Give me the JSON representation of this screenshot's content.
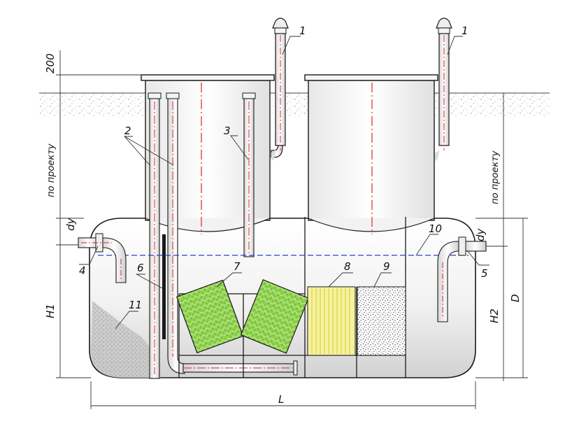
{
  "dimensions": {
    "height_200": "200",
    "depth_note_left": "по проекту",
    "depth_note_right": "по проекту",
    "dy_left": "dy",
    "dy_right": "dy",
    "h1": "H1",
    "h2": "H2",
    "d": "D",
    "l": "L"
  },
  "callouts": {
    "c1a": "1",
    "c1b": "1",
    "c2": "2",
    "c3": "3",
    "c4": "4",
    "c5": "5",
    "c6": "6",
    "c7": "7",
    "c8": "8",
    "c9": "9",
    "c10": "10",
    "c11": "11"
  },
  "colors": {
    "outline": "#1a1a1a",
    "axis_line": "#e0242b",
    "water_level": "#2a3fd0",
    "filter_media": "#8fd14f",
    "filter_media_2": "#f2f09a",
    "gravel": "#9a9a9a",
    "tank_fill": "#eeeeee"
  }
}
